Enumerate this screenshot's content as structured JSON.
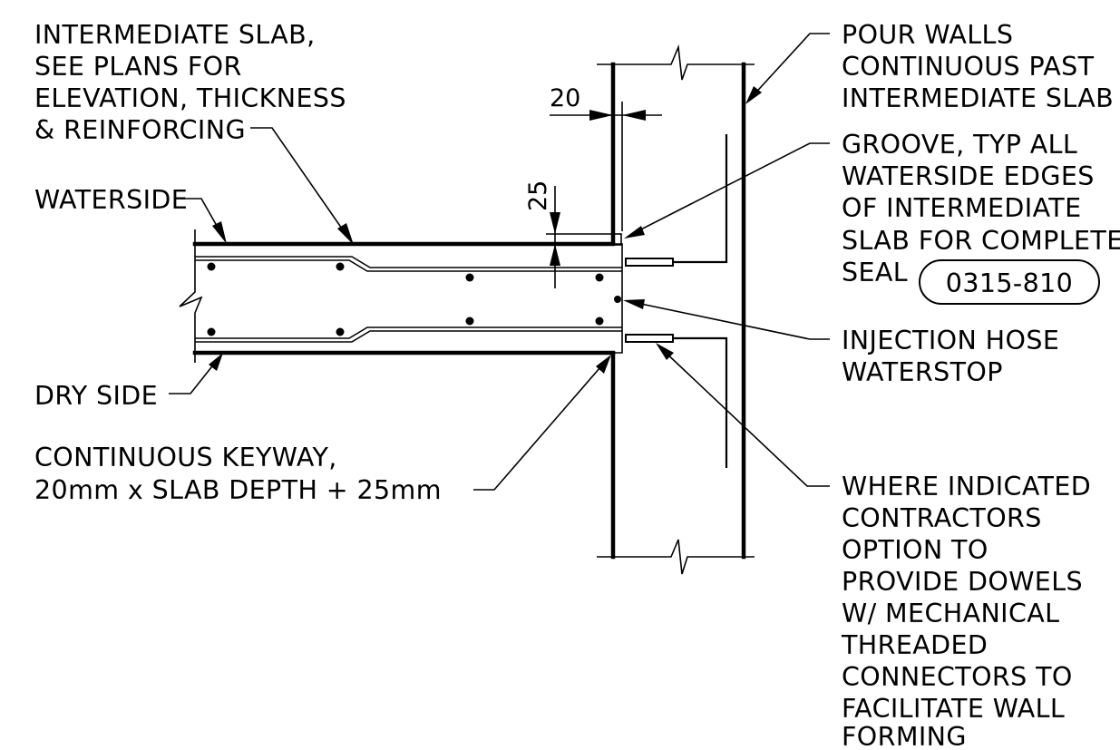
{
  "labels": {
    "intermediate_slab": [
      "INTERMEDIATE SLAB,",
      "SEE PLANS FOR",
      "ELEVATION, THICKNESS",
      "& REINFORCING"
    ],
    "waterside": "WATERSIDE",
    "dry_side": "DRY SIDE",
    "keyway": [
      "CONTINUOUS KEYWAY,",
      "20mm x SLAB DEPTH + 25mm"
    ],
    "pour_walls": [
      "POUR WALLS",
      "CONTINUOUS PAST",
      "INTERMEDIATE SLAB"
    ],
    "groove": [
      "GROOVE, TYP ALL",
      "WATERSIDE EDGES",
      "OF INTERMEDIATE",
      "SLAB FOR COMPLETE",
      "SEAL"
    ],
    "spec_ref": "0315-810",
    "injection_hose": [
      "INJECTION HOSE",
      "WATERSTOP"
    ],
    "dowels": [
      "WHERE INDICATED",
      "CONTRACTORS",
      "OPTION TO",
      "PROVIDE DOWELS",
      "W/ MECHANICAL",
      "THREADED",
      "CONNECTORS TO",
      "FACILITATE WALL",
      "FORMING"
    ]
  },
  "dimensions": {
    "keyway_width": "20",
    "keyway_depth_extra": "25"
  }
}
